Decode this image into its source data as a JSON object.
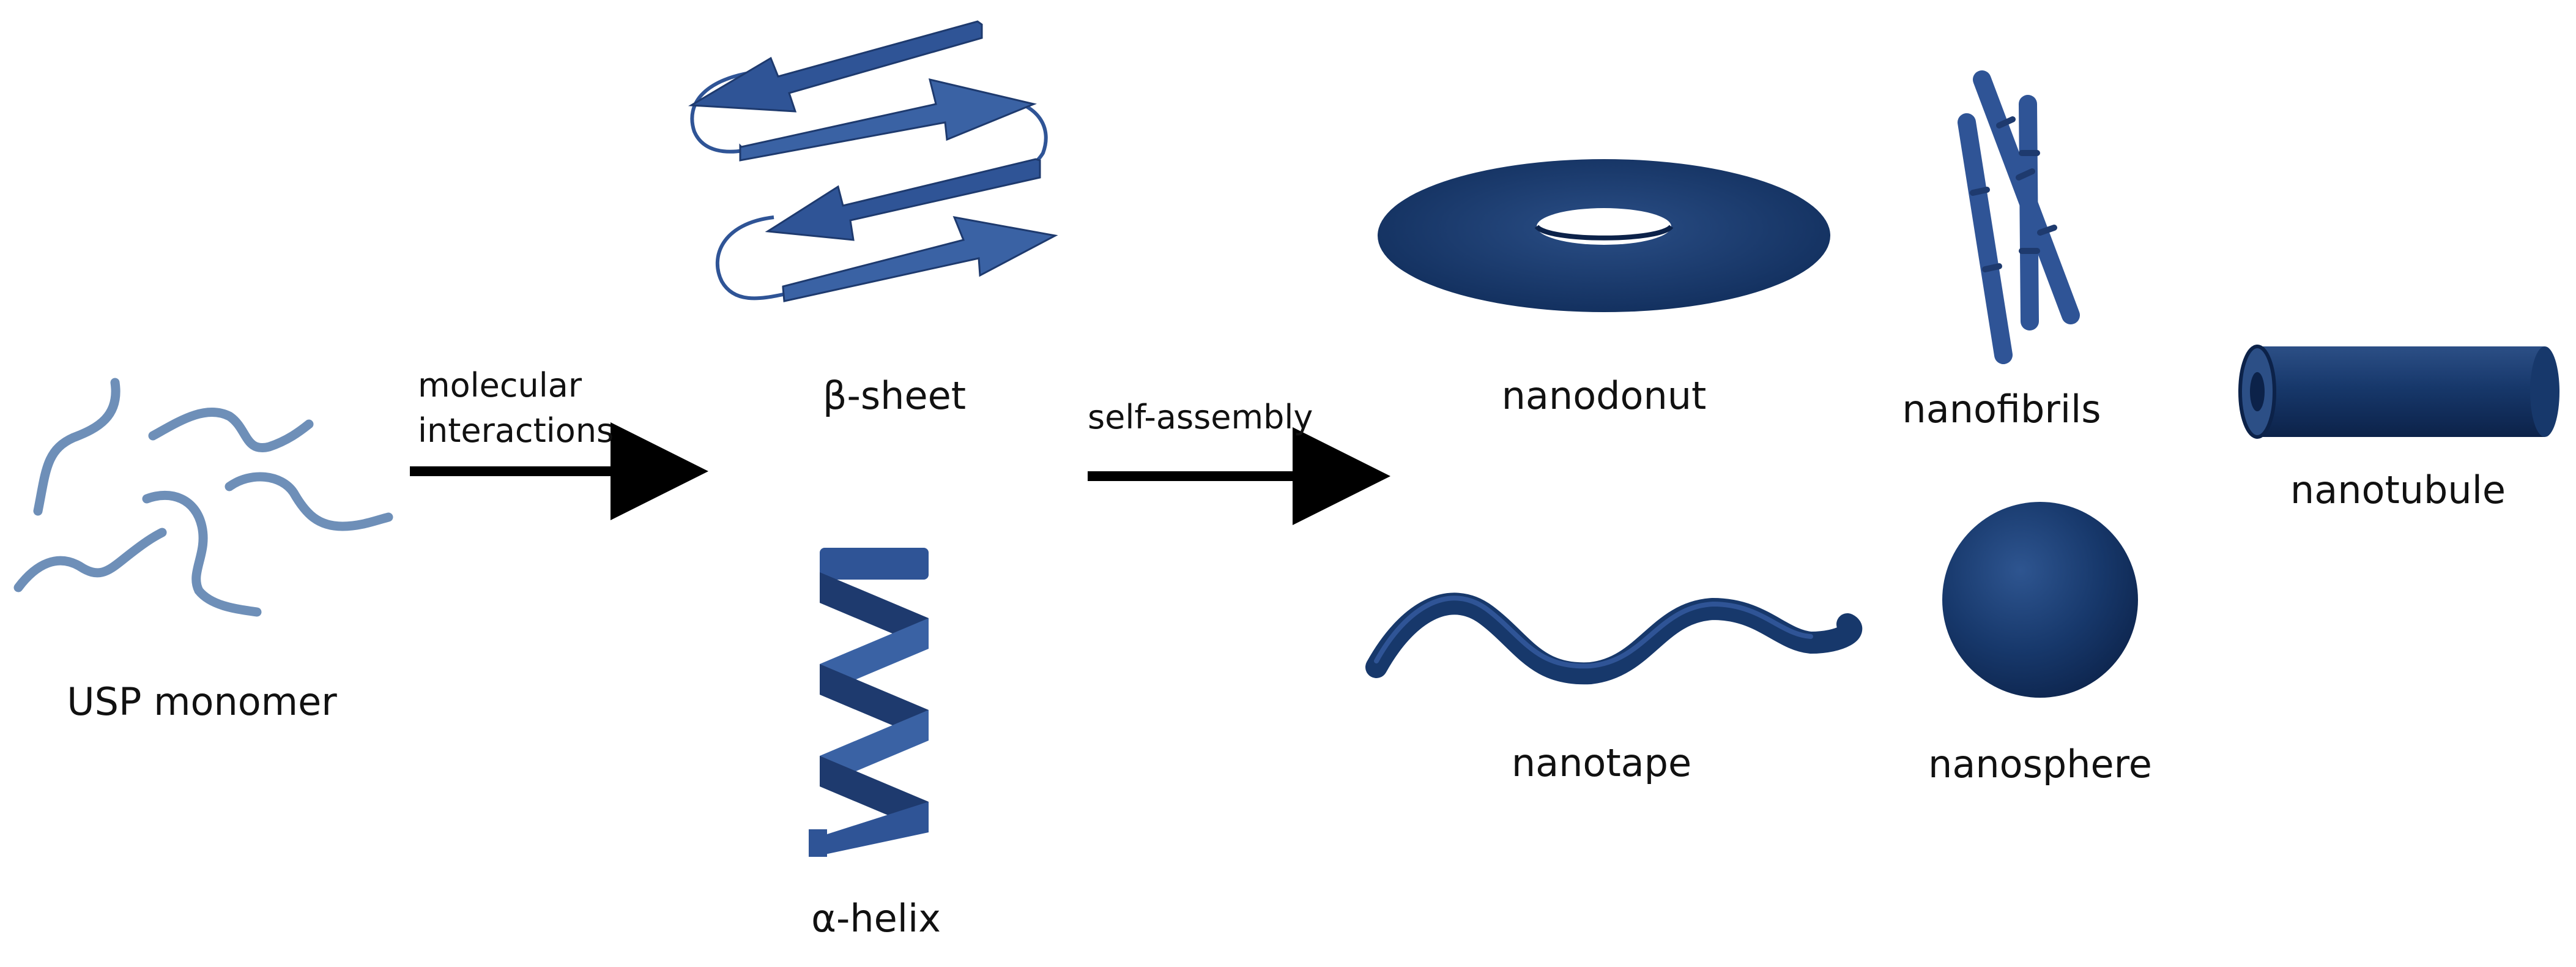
{
  "labels": {
    "monomer": "USP monomer",
    "arrow1_line1": "molecular",
    "arrow1_line2": "interactions",
    "beta_sheet": "β-sheet",
    "alpha_helix": "α-helix",
    "arrow2": "self-assembly",
    "nanodonut": "nanodonut",
    "nanofibrils": "nanofibrils",
    "nanotubule": "nanotubule",
    "nanotape": "nanotape",
    "nanosphere": "nanosphere"
  },
  "colors": {
    "monomer": "#6E8FB8",
    "structure": "#2F5496",
    "structure_dark": "#1E3A6E",
    "nanostructure": "#17386B",
    "nanostructure_dark": "#0D2550",
    "arrow": "#000000",
    "text": "#111111"
  },
  "icons": {
    "monomer": "wavy-chains-icon",
    "beta_sheet": "beta-sheet-arrows-icon",
    "alpha_helix": "helix-ribbon-icon",
    "nanodonut": "torus-icon",
    "nanofibrils": "crossed-fibrils-icon",
    "nanotubule": "cylinder-icon",
    "nanotape": "wavy-tape-icon",
    "nanosphere": "sphere-icon"
  }
}
